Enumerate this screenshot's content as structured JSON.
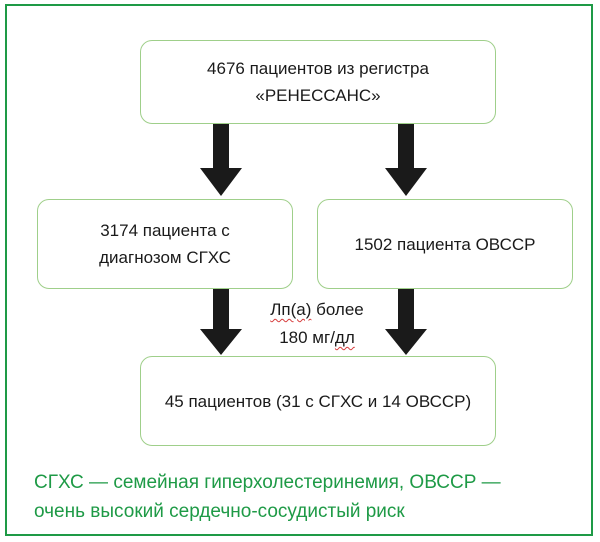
{
  "diagram": {
    "top_box": {
      "line1": "4676 пациентов из регистра",
      "line2": "«РЕНЕССАНС»"
    },
    "left_box": {
      "line1": "3174 пациента с",
      "line2": "диагнозом СГХС"
    },
    "right_box": {
      "text": "1502 пациента ОВССР"
    },
    "threshold_label": {
      "line1_word": "Лп(а)",
      "line1_rest": " более",
      "line2_value": "180 мг/",
      "line2_unit": "дл"
    },
    "bottom_box": {
      "text": "45 пациентов (31 с СГХС и 14 ОВССР)"
    }
  },
  "footnote": {
    "line1": "СГХС — семейная гиперхолестеринемия, ОВССР —",
    "line2": "очень высокий сердечно-сосудистый риск"
  },
  "colors": {
    "frame_border": "#1e9a46",
    "box_border": "#9fcf8a",
    "arrow": "#1a1a1a",
    "footnote_text": "#1e9a46",
    "spellcheck_underline": "#d63b3b"
  }
}
